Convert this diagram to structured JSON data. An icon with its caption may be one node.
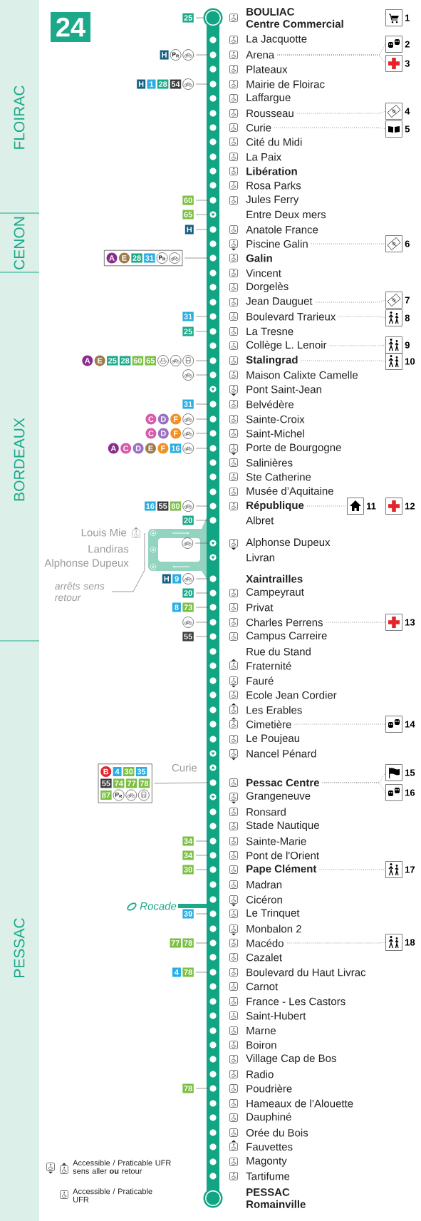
{
  "diagram": {
    "title": "24",
    "nodes": [
      {
        "text": [
          "BOULIAC",
          "Centre Commercial"
        ]
      },
      {
        "text": [
          "La Jacquotte"
        ]
      },
      {
        "text": [
          "Arena"
        ]
      },
      {
        "text": [
          "Plateaux"
        ]
      },
      {
        "text": [
          "Mairie de Floirac"
        ]
      },
      {
        "text": [
          "Laffargue"
        ]
      },
      {
        "text": [
          "Rousseau"
        ]
      },
      {
        "text": [
          "Curie"
        ]
      },
      {
        "text": [
          "Cité du Midi"
        ]
      },
      {
        "text": [
          "La Paix"
        ]
      },
      {
        "text": [
          "Libération"
        ]
      },
      {
        "text": [
          "Rosa Parks"
        ]
      },
      {
        "text": [
          "Jules Ferry"
        ]
      },
      {
        "text": [
          "Entre Deux mers"
        ]
      },
      {
        "text": [
          "Anatole France"
        ]
      },
      {
        "text": [
          "Piscine Galin"
        ]
      },
      {
        "text": [
          "Galin"
        ]
      },
      {
        "text": [
          "Vincent"
        ]
      },
      {
        "text": [
          "Dorgelès"
        ]
      },
      {
        "text": [
          "Jean Dauguet"
        ]
      },
      {
        "text": [
          "Boulevard Trarieux"
        ]
      },
      {
        "text": [
          "La Tresne"
        ]
      },
      {
        "text": [
          "Collège L. Lenoir"
        ]
      },
      {
        "text": [
          "Stalingrad"
        ]
      },
      {
        "text": [
          "Maison Calixte Camelle"
        ]
      },
      {
        "text": [
          "Pont Saint-Jean"
        ]
      },
      {
        "text": [
          "Belvédère"
        ]
      },
      {
        "text": [
          "Sainte-Croix"
        ]
      },
      {
        "text": [
          "Saint-Michel"
        ]
      },
      {
        "text": [
          "Porte de Bourgogne"
        ]
      },
      {
        "text": [
          "Salinières"
        ]
      },
      {
        "text": [
          "Ste Catherine"
        ]
      },
      {
        "text": [
          "Musée d’Aquitaine"
        ]
      },
      {
        "text": [
          "République"
        ]
      },
      {
        "text": [
          "Albret"
        ]
      },
      {
        "text": [
          "Alphonse Dupeux"
        ]
      },
      {
        "text": [
          "Livran"
        ]
      },
      {
        "text": [
          "Xaintrailles"
        ]
      },
      {
        "text": [
          "Campeyraut"
        ]
      },
      {
        "text": [
          "Privat"
        ]
      },
      {
        "text": [
          "Charles Perrens"
        ]
      },
      {
        "text": [
          "Campus Carreire"
        ]
      },
      {
        "text": [
          "Rue du Stand"
        ]
      },
      {
        "text": [
          "Fraternité"
        ]
      },
      {
        "text": [
          "Fauré"
        ]
      },
      {
        "text": [
          "Ecole Jean Cordier"
        ]
      },
      {
        "text": [
          "Les Erables"
        ]
      },
      {
        "text": [
          "Cimetière"
        ]
      },
      {
        "text": [
          "Le Poujeau"
        ]
      },
      {
        "text": [
          "Nancel Pénard"
        ]
      },
      {
        "text": [
          "Pessac Centre"
        ]
      },
      {
        "text": [
          "Grangeneuve"
        ]
      },
      {
        "text": [
          "Ronsard"
        ]
      },
      {
        "text": [
          "Stade Nautique"
        ]
      },
      {
        "text": [
          "Sainte-Marie"
        ]
      },
      {
        "text": [
          "Pont de l'Orient"
        ]
      },
      {
        "text": [
          "Pape Clément"
        ]
      },
      {
        "text": [
          "Madran"
        ]
      },
      {
        "text": [
          "Cicéron"
        ]
      },
      {
        "text": [
          "Le Trinquet"
        ]
      },
      {
        "text": [
          "Monbalon 2"
        ]
      },
      {
        "text": [
          "Macédo"
        ]
      },
      {
        "text": [
          "Cazalet"
        ]
      },
      {
        "text": [
          "Boulevard du Haut Livrac"
        ]
      },
      {
        "text": [
          "Carnot"
        ]
      },
      {
        "text": [
          "France - Les Castors"
        ]
      },
      {
        "text": [
          "Saint-Hubert"
        ]
      },
      {
        "text": [
          "Marne"
        ]
      },
      {
        "text": [
          "Boiron"
        ]
      },
      {
        "text": [
          "Village Cap de Bos"
        ]
      },
      {
        "text": [
          "Radio"
        ]
      },
      {
        "text": [
          "Poudrière"
        ]
      },
      {
        "text": [
          "Hameaux de l’Alouette"
        ]
      },
      {
        "text": [
          "Dauphiné"
        ]
      },
      {
        "text": [
          "Orée du Bois"
        ]
      },
      {
        "text": [
          "Fauvettes"
        ]
      },
      {
        "text": [
          "Magonty"
        ]
      },
      {
        "text": [
          "Tartifume"
        ]
      },
      {
        "text": [
          "PESSAC",
          "Romainville"
        ]
      },
      {
        "text": [
          "25"
        ]
      },
      {
        "text": [
          "H",
          "P$_{R}$"
        ]
      },
      {
        "text": [
          "H",
          "1",
          "28",
          "54"
        ]
      },
      {
        "text": [
          "60"
        ]
      },
      {
        "text": [
          "65"
        ]
      },
      {
        "text": [
          "H"
        ]
      },
      {
        "text": [
          "A",
          "E",
          "28",
          "31",
          "P$_{R}$"
        ]
      },
      {
        "text": [
          "31"
        ]
      },
      {
        "text": [
          "25"
        ]
      },
      {
        "text": [
          "A",
          "E",
          "25",
          "28",
          "60",
          "65"
        ]
      },
      {
        "text": [],
        "shape": "picture"
      },
      {
        "text": [
          "31"
        ]
      },
      {
        "text": [
          "C",
          "D",
          "F"
        ]
      },
      {
        "text": [
          "C",
          "D",
          "F"
        ]
      },
      {
        "text": [
          "A",
          "C",
          "D",
          "E",
          "F",
          "16"
        ]
      },
      {
        "text": [
          "16",
          "55",
          "80"
        ]
      },
      {
        "text": [
          "20"
        ]
      },
      {
        "text": [],
        "shape": "picture"
      },
      {
        "text": [
          "H",
          "9"
        ]
      },
      {
        "text": [
          "20"
        ]
      },
      {
        "text": [
          "8",
          "73"
        ]
      },
      {
        "text": [],
        "shape": "picture"
      },
      {
        "text": [
          "55"
        ]
      },
      {
        "text": [
          "B",
          "4",
          "30",
          "35",
          "55",
          "74",
          "77",
          "78",
          "87",
          "P$_{R}$"
        ]
      },
      {
        "text": [
          "34"
        ]
      },
      {
        "text": [
          "34"
        ]
      },
      {
        "text": [
          "30"
        ]
      },
      {
        "text": [
          "39"
        ]
      },
      {
        "text": [
          "77",
          "78"
        ]
      },
      {
        "text": [
          "4",
          "78"
        ]
      },
      {
        "text": [
          "78"
        ]
      },
      {
        "text": [],
        "shape": "picture",
        "beside": [
          "1"
        ]
      },
      {
        "text": [],
        "shape": "picture",
        "beside": [
          "2"
        ]
      },
      {
        "text": [],
        "shape": "picture",
        "beside": [
          "3"
        ]
      },
      {
        "text": [],
        "shape": "picture",
        "beside": [
          "4"
        ]
      },
      {
        "text": [],
        "shape": "picture",
        "beside": [
          "5"
        ]
      },
      {
        "text": [],
        "shape": "picture",
        "beside": [
          "6"
        ]
      },
      {
        "text": [],
        "shape": "picture",
        "beside": [
          "7"
        ]
      },
      {
        "text": [],
        "shape": "picture",
        "beside": [
          "8"
        ]
      },
      {
        "text": [],
        "shape": "picture",
        "beside": [
          "9"
        ]
      },
      {
        "text": [],
        "shape": "picture",
        "beside": [
          "10"
        ]
      },
      {
        "text": [],
        "shape": "picture",
        "beside": [
          "11"
        ]
      },
      {
        "text": [],
        "shape": "picture",
        "beside": [
          "12"
        ]
      },
      {
        "text": [],
        "shape": "picture",
        "beside": [
          "13"
        ]
      },
      {
        "text": [],
        "shape": "picture",
        "beside": [
          "14"
        ]
      },
      {
        "text": [],
        "shape": "picture",
        "beside": [
          "15"
        ]
      },
      {
        "text": [],
        "shape": "picture",
        "beside": [
          "16"
        ]
      },
      {
        "text": [],
        "shape": "picture",
        "beside": [
          "17"
        ]
      },
      {
        "text": [],
        "shape": "picture",
        "beside": [
          "18"
        ]
      },
      {
        "text": [
          "arrêts sens retour"
        ]
      }
    ],
    "edges": [
      {
        "from": 79,
        "to": 0,
        "arrow": "none"
      },
      {
        "from": 80,
        "to": 2,
        "arrow": "none"
      },
      {
        "from": 81,
        "to": 4,
        "arrow": "none"
      },
      {
        "from": 82,
        "to": 12,
        "arrow": "none"
      },
      {
        "from": 83,
        "to": 13,
        "arrow": "none"
      },
      {
        "from": 84,
        "to": 14,
        "arrow": "none"
      },
      {
        "from": 85,
        "to": 16,
        "arrow": "none"
      },
      {
        "from": 86,
        "to": 20,
        "arrow": "none"
      },
      {
        "from": 87,
        "to": 21,
        "arrow": "none"
      },
      {
        "from": 88,
        "to": 23,
        "arrow": "none"
      },
      {
        "from": 89,
        "to": 24,
        "arrow": "none"
      },
      {
        "from": 90,
        "to": 26,
        "arrow": "none"
      },
      {
        "from": 91,
        "to": 27,
        "arrow": "none"
      },
      {
        "from": 92,
        "to": 28,
        "arrow": "none"
      },
      {
        "from": 93,
        "to": 29,
        "arrow": "none"
      },
      {
        "from": 94,
        "to": 33,
        "arrow": "none"
      },
      {
        "from": 95,
        "to": 34,
        "arrow": "none"
      },
      {
        "from": 96,
        "to": 35,
        "arrow": "none"
      },
      {
        "from": 97,
        "to": 37,
        "arrow": "none"
      },
      {
        "from": 98,
        "to": 38,
        "arrow": "none"
      },
      {
        "from": 99,
        "to": 39,
        "arrow": "none"
      },
      {
        "from": 100,
        "to": 40,
        "arrow": "none"
      },
      {
        "from": 101,
        "to": 41,
        "arrow": "none"
      },
      {
        "from": 102,
        "to": 50,
        "arrow": "none"
      },
      {
        "from": 103,
        "to": 54,
        "arrow": "none"
      },
      {
        "from": 104,
        "to": 55,
        "arrow": "none"
      },
      {
        "from": 105,
        "to": 56,
        "arrow": "none"
      },
      {
        "from": 106,
        "to": 59,
        "arrow": "none"
      },
      {
        "from": 107,
        "to": 61,
        "arrow": "none"
      },
      {
        "from": 108,
        "to": 63,
        "arrow": "none"
      },
      {
        "from": 109,
        "to": 71,
        "arrow": "none"
      },
      {
        "from": 2,
        "to": 111,
        "arrow": "none",
        "style": "dashed"
      },
      {
        "from": 2,
        "to": 112,
        "arrow": "none",
        "style": "dashed"
      },
      {
        "from": 6,
        "to": 113,
        "arrow": "none",
        "style": "dashed"
      },
      {
        "from": 7,
        "to": 114,
        "arrow": "none",
        "style": "dashed"
      },
      {
        "from": 15,
        "to": 115,
        "arrow": "none",
        "style": "dashed"
      },
      {
        "from": 19,
        "to": 116,
        "arrow": "none",
        "style": "dashed"
      },
      {
        "from": 20,
        "to": 117,
        "arrow": "none",
        "style": "dashed"
      },
      {
        "from": 22,
        "to": 118,
        "arrow": "none",
        "style": "dashed"
      },
      {
        "from": 23,
        "to": 119,
        "arrow": "none",
        "style": "dashed"
      },
      {
        "from": 33,
        "to": 120,
        "arrow": "none",
        "style": "dashed"
      },
      {
        "from": 40,
        "to": 122,
        "arrow": "none",
        "style": "dashed"
      },
      {
        "from": 47,
        "to": 123,
        "arrow": "none",
        "style": "dashed"
      },
      {
        "from": 50,
        "to": 124,
        "arrow": "none",
        "style": "dashed"
      },
      {
        "from": 50,
        "to": 125,
        "arrow": "none",
        "style": "dashed"
      },
      {
        "from": 56,
        "to": 126,
        "arrow": "none",
        "style": "dashed"
      },
      {
        "from": 61,
        "to": 127,
        "arrow": "none",
        "style": "dashed"
      },
      {
        "from": 128,
        "to": null,
        "arrow": "none"
      }
    ],
    "labels": [
      "FLOIRAC",
      "CENON",
      "BORDEAUX",
      "PESSAC",
      "Louis Mie",
      "Landiras",
      "Alphonse Dupeux",
      "Curie",
      "Rocade"
    ],
    "legend": [
      {
        "text": "Accessible / Praticable UFR sens aller **ou** retour"
      },
      {
        "text": "Accessible / Praticable UFR"
      }
    ]
  }
}
